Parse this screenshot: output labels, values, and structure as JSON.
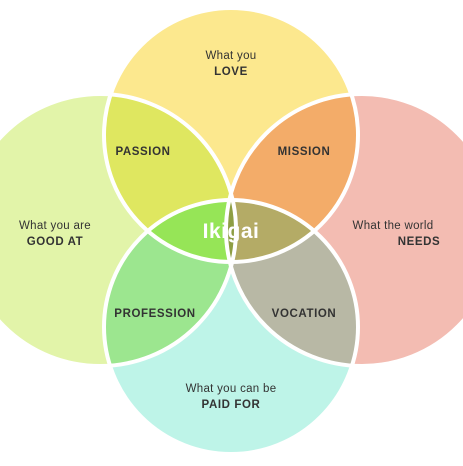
{
  "colors": {
    "love": "#fce88e",
    "good_at": "#e2f4a9",
    "needs": "#f3bcb2",
    "paid_for": "#bef4e8",
    "passion": "#dfe760",
    "mission": "#f3ac69",
    "profession": "#9ce68f",
    "vocation": "#b8b8a5",
    "good_love_needs": "#d4b142",
    "good_love_paid": "#96e557",
    "love_needs_paid": "#b4ab66",
    "good_needs_paid": "#98a76a",
    "center": "#8e9e44",
    "stroke": "#ffffff"
  },
  "labels": {
    "love_top": "What you",
    "love_bottom": "LOVE",
    "good_top": "What you are",
    "good_bottom": "GOOD AT",
    "needs_top": "What the world",
    "needs_bottom": "NEEDS",
    "paid_top": "What you can be",
    "paid_bottom": "PAID FOR",
    "passion": "PASSION",
    "mission": "MISSION",
    "profession": "PROFESSION",
    "vocation": "VOCATION",
    "center": "Ikigai"
  }
}
